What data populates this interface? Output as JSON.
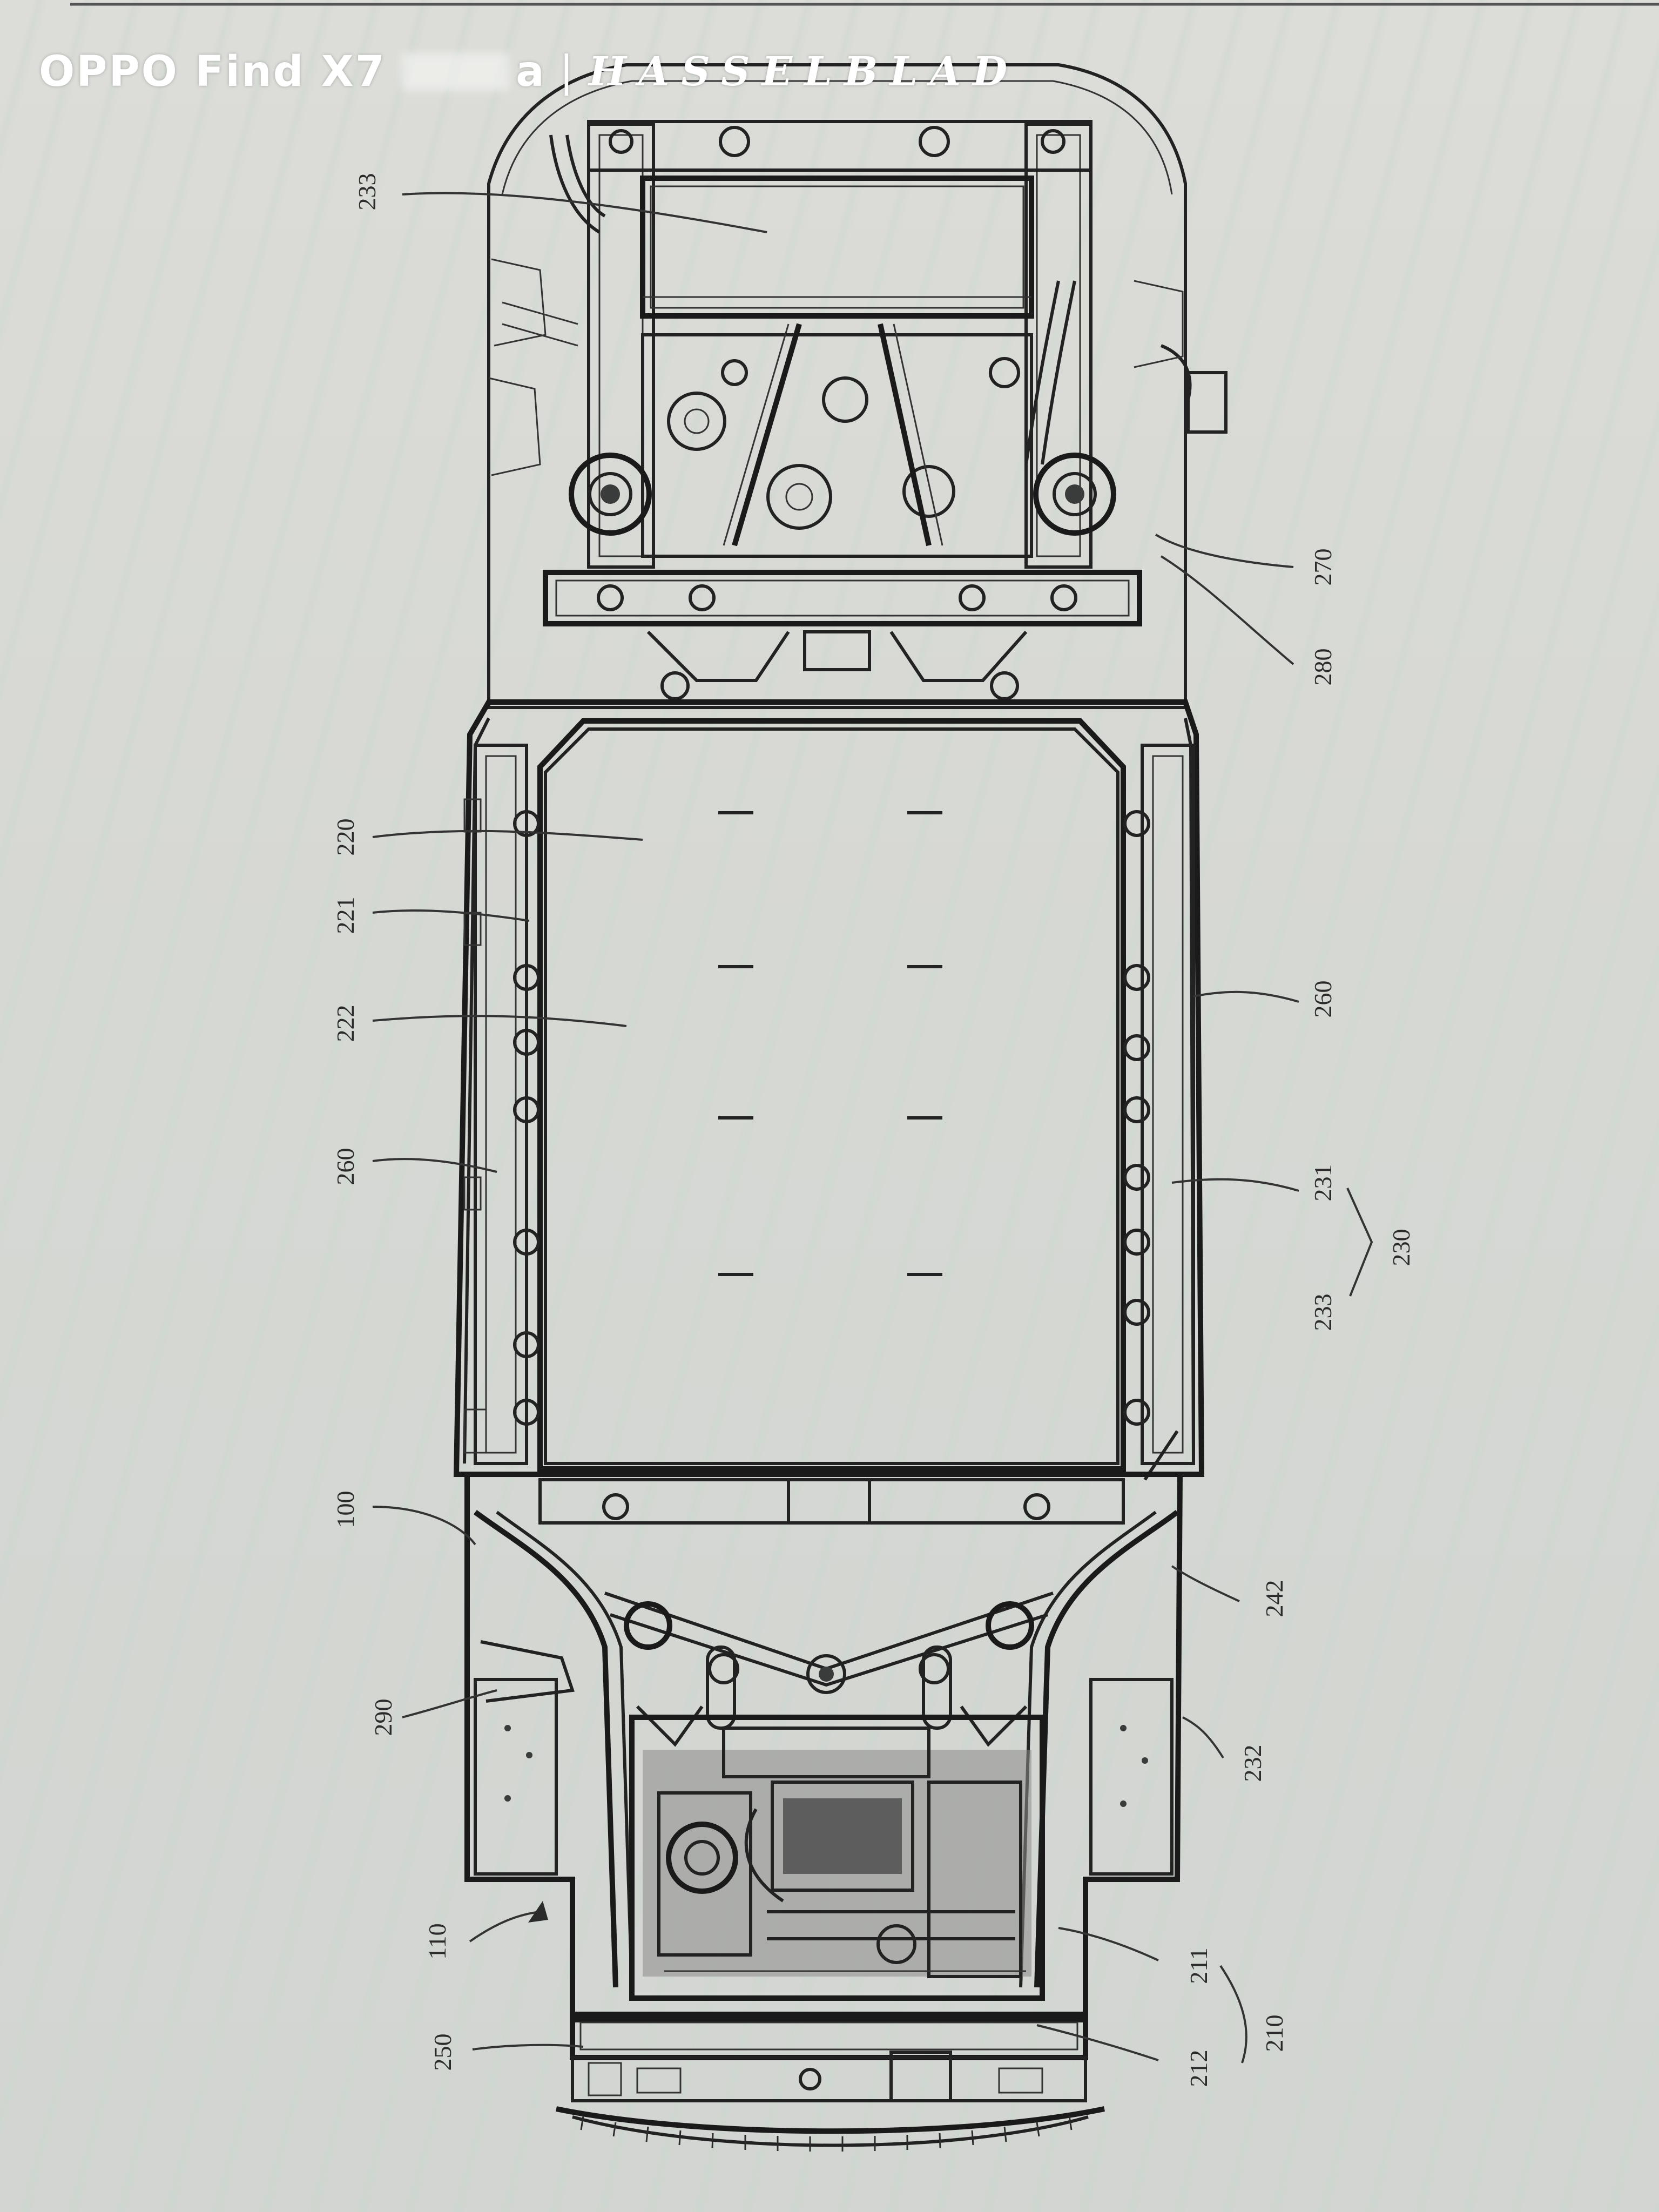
{
  "watermark": {
    "device": "OPPO Find X7",
    "suffix": "a",
    "separator": "|",
    "brand": "HASSELBLAD"
  },
  "reference_numerals": [
    {
      "id": "233-top",
      "text": "233",
      "side": "left"
    },
    {
      "id": "270",
      "text": "270",
      "side": "right"
    },
    {
      "id": "280",
      "text": "280",
      "side": "right"
    },
    {
      "id": "220",
      "text": "220",
      "side": "left"
    },
    {
      "id": "221",
      "text": "221",
      "side": "left"
    },
    {
      "id": "222",
      "text": "222",
      "side": "left"
    },
    {
      "id": "260-left",
      "text": "260",
      "side": "left"
    },
    {
      "id": "260-right",
      "text": "260",
      "side": "right"
    },
    {
      "id": "231",
      "text": "231",
      "side": "right"
    },
    {
      "id": "233-right",
      "text": "233",
      "side": "right"
    },
    {
      "id": "230",
      "text": "230",
      "side": "right"
    },
    {
      "id": "100",
      "text": "100",
      "side": "left"
    },
    {
      "id": "242",
      "text": "242",
      "side": "right"
    },
    {
      "id": "290",
      "text": "290",
      "side": "left"
    },
    {
      "id": "232",
      "text": "232",
      "side": "right"
    },
    {
      "id": "110",
      "text": "110",
      "side": "left"
    },
    {
      "id": "211",
      "text": "211",
      "side": "right"
    },
    {
      "id": "250",
      "text": "250",
      "side": "left"
    },
    {
      "id": "212",
      "text": "212",
      "side": "right"
    },
    {
      "id": "210",
      "text": "210",
      "side": "right"
    }
  ],
  "colors": {
    "background": "#d8d9d5",
    "line": "#1f1f1f",
    "watermark": "#ffffff"
  }
}
